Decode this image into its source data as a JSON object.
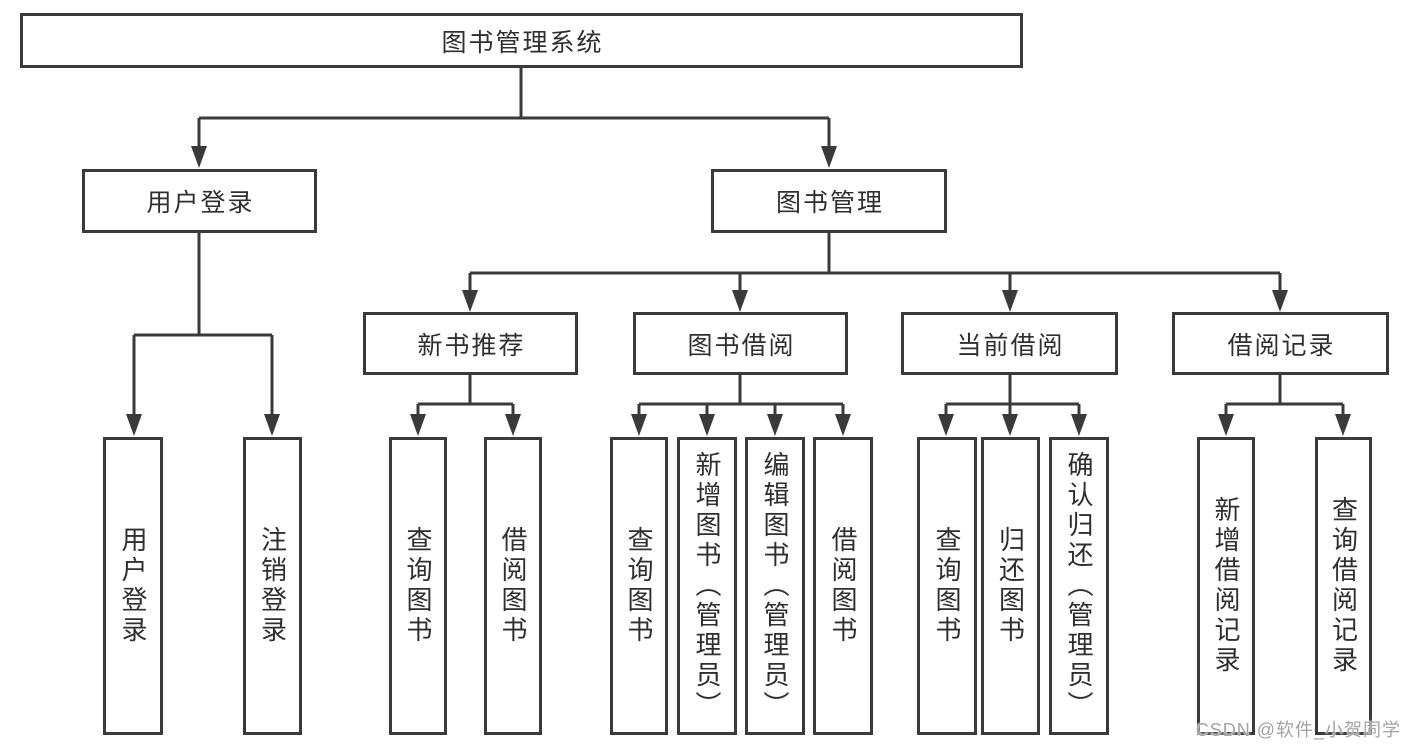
{
  "colors": {
    "line": "#3a3a3a",
    "text": "#2f2f2f",
    "background": "#ffffff",
    "watermark": "#a3a3a3"
  },
  "watermark": "CSDN @软件_小贺同学",
  "tree": {
    "label": "图书管理系统",
    "children": [
      {
        "label": "用户登录",
        "children": [
          {
            "label": "用户登录"
          },
          {
            "label": "注销登录"
          }
        ]
      },
      {
        "label": "图书管理",
        "children": [
          {
            "label": "新书推荐",
            "children": [
              {
                "label": "查询图书"
              },
              {
                "label": "借阅图书"
              }
            ]
          },
          {
            "label": "图书借阅",
            "children": [
              {
                "label": "查询图书"
              },
              {
                "label": "新增图书（管理员）"
              },
              {
                "label": "编辑图书（管理员）"
              },
              {
                "label": "借阅图书"
              }
            ]
          },
          {
            "label": "当前借阅",
            "children": [
              {
                "label": "查询图书"
              },
              {
                "label": "归还图书"
              },
              {
                "label": "确认归还（管理员）"
              }
            ]
          },
          {
            "label": "借阅记录",
            "children": [
              {
                "label": "新增借阅记录"
              },
              {
                "label": "查询借阅记录"
              }
            ]
          }
        ]
      }
    ]
  }
}
